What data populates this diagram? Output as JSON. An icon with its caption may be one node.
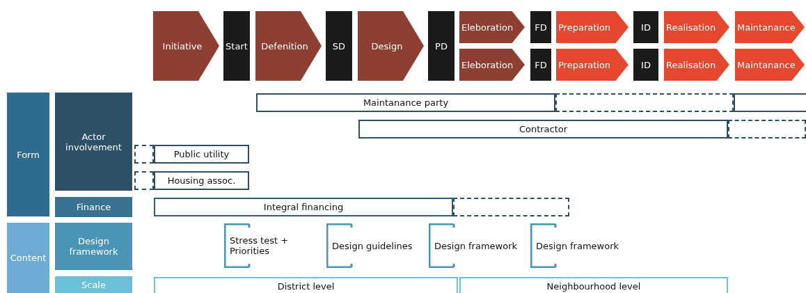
{
  "diagram": {
    "nodes": [
      {
        "text": [
          "Initiative"
        ]
      },
      {
        "text": [
          "Start"
        ]
      },
      {
        "text": [
          "Defenition"
        ]
      },
      {
        "text": [
          "SD"
        ]
      },
      {
        "text": [
          "Design"
        ]
      },
      {
        "text": [
          "PD"
        ]
      },
      {
        "text": [
          "Eleboration"
        ]
      },
      {
        "text": [
          "FD"
        ]
      },
      {
        "text": [
          "Preparation"
        ]
      },
      {
        "text": [
          "ID"
        ]
      },
      {
        "text": [
          "Realisation"
        ]
      },
      {
        "text": [
          "Maintanance"
        ]
      },
      {
        "text": [
          "Eleboration"
        ]
      },
      {
        "text": [
          "FD"
        ]
      },
      {
        "text": [
          "Preparation"
        ]
      },
      {
        "text": [
          "ID"
        ]
      },
      {
        "text": [
          "Realisation"
        ]
      },
      {
        "text": [
          "Maintanance"
        ]
      },
      {
        "text": [
          "Form"
        ]
      },
      {
        "text": [
          "Actor involvement"
        ]
      },
      {
        "text": [
          "Finance"
        ]
      },
      {
        "text": [
          "Content"
        ]
      },
      {
        "text": [
          "Design framework"
        ]
      },
      {
        "text": [
          "Scale"
        ]
      },
      {
        "text": [
          "Maintanance party"
        ]
      },
      {
        "text": [],
        "shape": "box"
      },
      {
        "text": [
          "Contractor"
        ]
      },
      {
        "text": [
          "Public utility"
        ]
      },
      {
        "text": [
          "Housing assoc."
        ]
      },
      {
        "text": [
          "Integral financing"
        ]
      },
      {
        "text": [
          "Stress test + Priorities"
        ]
      },
      {
        "text": [
          "Design guidelines"
        ]
      },
      {
        "text": [
          "Design framework"
        ]
      },
      {
        "text": [
          "Design framework"
        ]
      },
      {
        "text": [
          "District level"
        ]
      },
      {
        "text": [
          "Neighbourhood level"
        ]
      },
      {
        "text": [],
        "shape": "box"
      },
      {
        "text": [],
        "shape": "box"
      },
      {
        "text": [],
        "shape": "box"
      },
      {
        "text": [],
        "shape": "box"
      },
      {
        "text": [],
        "shape": "box"
      }
    ]
  }
}
